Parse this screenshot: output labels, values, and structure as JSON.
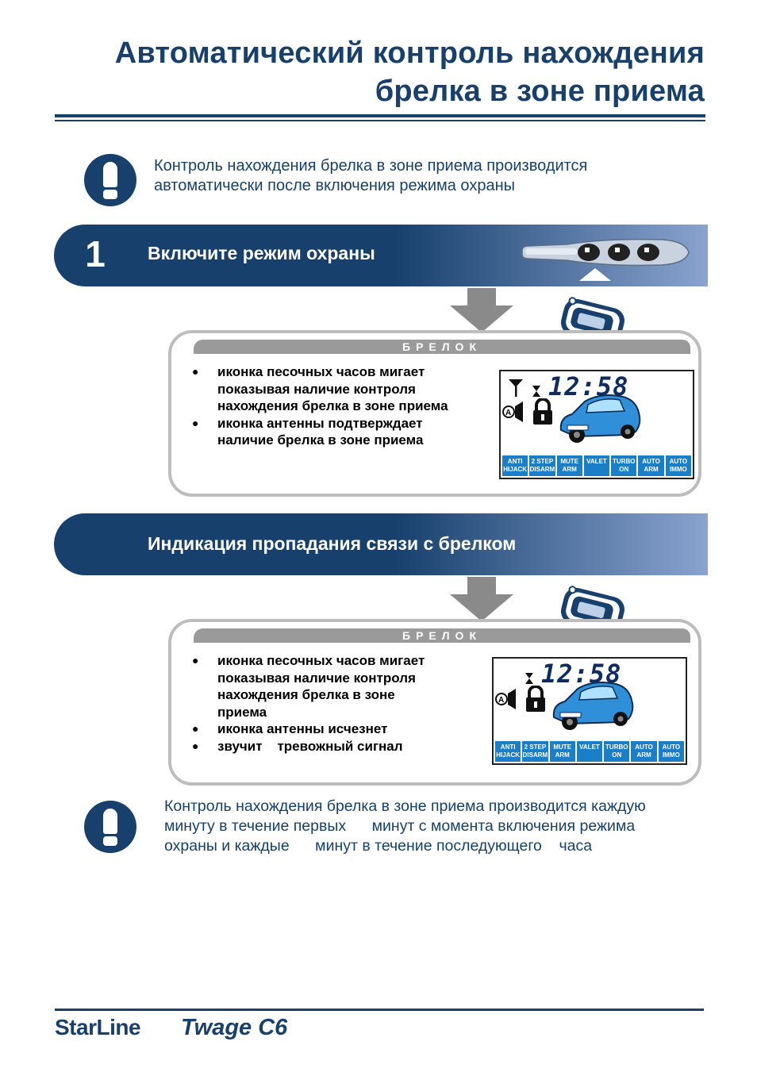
{
  "page": {
    "title_line1": "Автоматический контроль нахождения",
    "title_line2": "брелка в зоне приема"
  },
  "note_top": {
    "line1": "Контроль нахождения брелка в зоне приема производится",
    "line2": "автоматически после включения режима охраны"
  },
  "step1": {
    "number": "1",
    "label": "Включите режим охраны",
    "panel_header": "БРЕЛОК",
    "bullets": [
      [
        "иконка песочных часов мигает",
        "показывая наличие контроля",
        "нахождения брелка в зоне приема"
      ],
      [
        "иконка антенны подтверждает",
        "наличие брелка в зоне приема"
      ]
    ],
    "lcd_time": "12:58"
  },
  "step2": {
    "label": "Индикация пропадания связи с брелком",
    "panel_header": "БРЕЛОК",
    "bullets": [
      [
        "иконка песочных часов мигает",
        "показывая наличие контроля",
        "нахождения брелка в зоне",
        "приема"
      ],
      [
        "иконка антенны исчезнет"
      ],
      [
        "звучит    тревожный сигнал"
      ]
    ],
    "lcd_time": "12:58"
  },
  "lcd_buttons": [
    "ANTI\nHIJACK",
    "2 STEP\nDISARM",
    "MUTE\nARM",
    "VALET",
    "TURBO\nON",
    "AUTO\nARM",
    "AUTO\nIMMO"
  ],
  "note_bottom": {
    "line1": "Контроль нахождения брелка в зоне приема производится каждую",
    "line2": "минуту в течение первых      минут с момента включения режима",
    "line3": "охраны и каждые      минут в течение последующего    часа"
  },
  "footer": {
    "brand": "StarLine",
    "model": "Twage C6"
  },
  "colors": {
    "navy": "#17406d",
    "lcd_blue": "#1b7ec9",
    "panel_gray": "#9a9a9a"
  }
}
